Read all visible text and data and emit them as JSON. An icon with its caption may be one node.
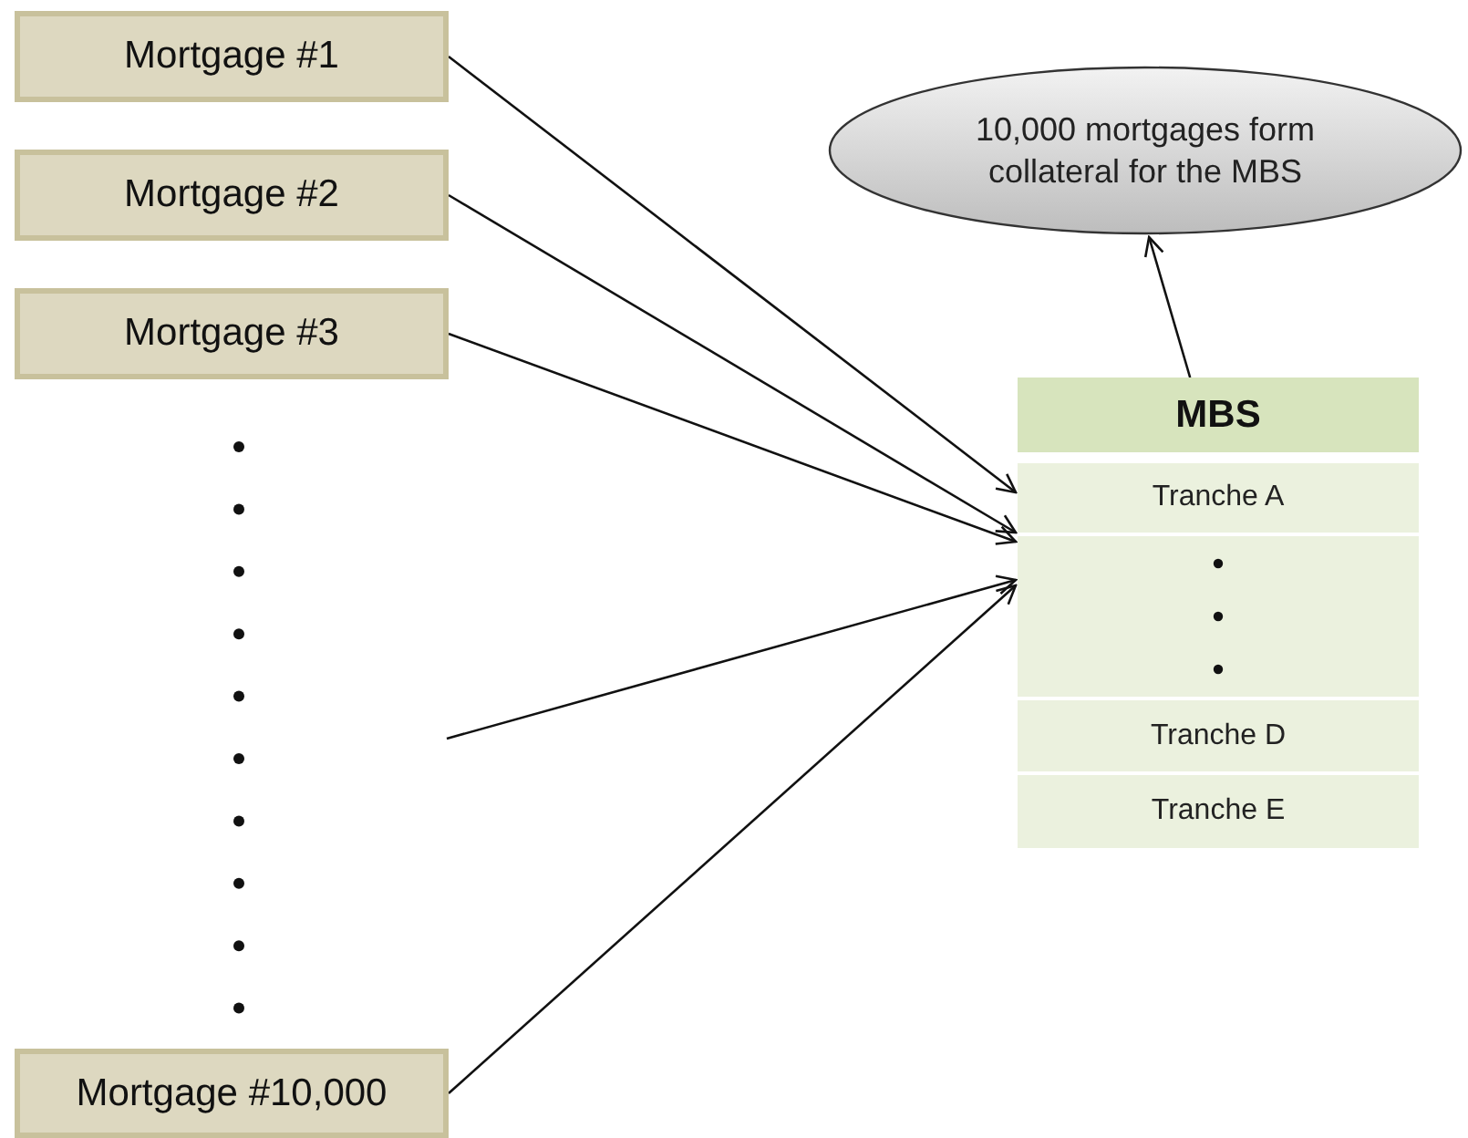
{
  "diagram": {
    "nodes": [
      {
        "text": [
          "Mortgage #1"
        ]
      },
      {
        "text": [
          "Mortgage #2"
        ]
      },
      {
        "text": [
          "Mortgage #3"
        ]
      },
      {
        "text": [
          "Mortgage #10,000"
        ]
      },
      {
        "text": [
          "10,000 mortgages form collateral for the MBS"
        ]
      },
      {
        "text": [
          "MBS"
        ]
      },
      {
        "text": [
          "Tranche A"
        ],
        "in": 5
      },
      {
        "text": [],
        "shape": "box",
        "in": 5
      },
      {
        "text": [
          "Tranche D"
        ],
        "in": 5
      },
      {
        "text": [
          "Tranche E"
        ],
        "in": 5
      }
    ],
    "edges": [
      {
        "from": 0,
        "to": 5,
        "arrow": "to"
      },
      {
        "from": 1,
        "to": 5,
        "arrow": "to"
      },
      {
        "from": 2,
        "to": 5,
        "arrow": "to"
      },
      {
        "from": null,
        "to": 5,
        "arrow": "to"
      },
      {
        "from": 3,
        "to": 5,
        "arrow": "to"
      },
      {
        "from": 5,
        "to": 4,
        "arrow": "to"
      }
    ]
  }
}
